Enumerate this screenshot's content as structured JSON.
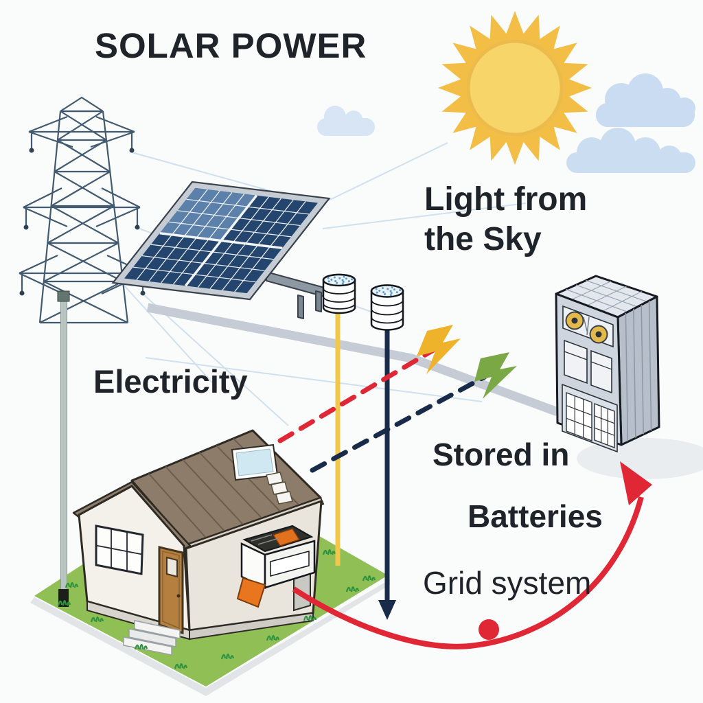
{
  "title": "SOLAR POWER",
  "labels": {
    "light_line1": "Light from",
    "light_line2": "the Sky",
    "electricity": "Electricity",
    "stored_in": "Stored in",
    "batteries": "Batteries",
    "grid_system": "Grid system"
  },
  "scene_components": [
    "sun",
    "clouds",
    "transmission-tower",
    "power-lines",
    "solar-panel",
    "insulator-stack-on-yellow-pole",
    "insulator-stack-on-navy-pole",
    "yellow-lightning-bolt",
    "green-lightning-bolt",
    "red-dashed-flow-line",
    "navy-dashed-flow-line",
    "house-with-inverter-unit",
    "battery-cabinet",
    "red-flow-curve-with-loop-arrow",
    "navy-down-arrow",
    "grass-patch",
    "utility-pole"
  ],
  "colors": {
    "background": "#FAFBFB",
    "text": "#1F242A",
    "sun_rays": "#F2BE45",
    "sun_disc": "#F7D569",
    "cloud_blue": "#CBDEF1",
    "panel_dark": "#24466E",
    "panel_light": "#5B80AA",
    "roof_brown": "#8D7C69",
    "grass_green": "#8FBF55",
    "door_brown": "#B5803F",
    "flow_red": "#E02735",
    "flow_navy": "#182B49",
    "pole_yellow": "#F2C84C",
    "bolt_yellow": "#EFB32B",
    "bolt_green": "#7AA845",
    "cabinet_gray": "#CED5DE",
    "wire_blue": "#CFE0EE",
    "dial_yellow": "#E3B94B"
  }
}
